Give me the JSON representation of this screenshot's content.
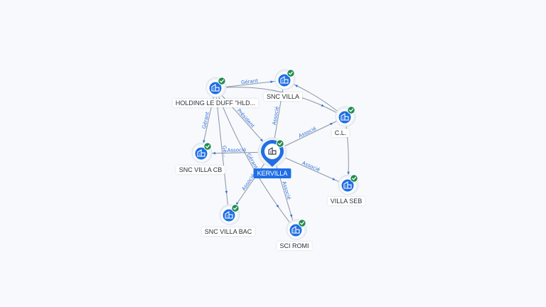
{
  "graph": {
    "focus_node": {
      "id": "kervilla",
      "label": "KERVILLA",
      "icon": "building-icon",
      "verified": true
    },
    "nodes": [
      {
        "id": "holding",
        "label": "HOLDING LE DUFF \"HLD...",
        "icon": "building-icon",
        "verified": true
      },
      {
        "id": "snc_villa",
        "label": "SNC VILLA",
        "icon": "building-icon",
        "verified": true
      },
      {
        "id": "cl",
        "label": "C.L.",
        "icon": "building-icon",
        "verified": true
      },
      {
        "id": "snc_villa_cb",
        "label": "SNC VILLA CB",
        "icon": "building-icon",
        "verified": true
      },
      {
        "id": "villa_seb",
        "label": "VILLA SEB",
        "icon": "building-icon",
        "verified": true
      },
      {
        "id": "snc_villa_bac",
        "label": "SNC VILLA BAC",
        "icon": "building-icon",
        "verified": true
      },
      {
        "id": "sci_romi",
        "label": "SCI ROMI",
        "icon": "building-icon",
        "verified": true
      }
    ],
    "edges": [
      {
        "from": "holding",
        "to": "snc_villa",
        "label": "Gérant"
      },
      {
        "from": "holding",
        "to": "snc_villa_cb",
        "label": "Gérant"
      },
      {
        "from": "holding",
        "to": "kervilla",
        "label": "Président"
      },
      {
        "from": "holding",
        "to": "snc_villa_bac",
        "label": "Gé..."
      },
      {
        "from": "holding",
        "to": "sci_romi",
        "label": "Gérant"
      },
      {
        "from": "holding",
        "to": "cl",
        "label": ""
      },
      {
        "from": "kervilla",
        "to": "snc_villa",
        "label": "Associé"
      },
      {
        "from": "kervilla",
        "to": "cl",
        "label": "Associé"
      },
      {
        "from": "kervilla",
        "to": "snc_villa_cb",
        "label": "Associé"
      },
      {
        "from": "kervilla",
        "to": "villa_seb",
        "label": "Associé"
      },
      {
        "from": "kervilla",
        "to": "snc_villa_bac",
        "label": "Associé"
      },
      {
        "from": "kervilla",
        "to": "sci_romi",
        "label": "Associé"
      },
      {
        "from": "cl",
        "to": "snc_villa",
        "label": ""
      },
      {
        "from": "cl",
        "to": "villa_seb",
        "label": ""
      }
    ]
  },
  "colors": {
    "background": "#f7f9fc",
    "node_fill": "#1f6fe5",
    "verified_badge": "#1f8c4e",
    "edge_line": "#8a94a6",
    "edge_label": "#2f6fdb",
    "focus_label_bg": "#1f6fe5"
  }
}
